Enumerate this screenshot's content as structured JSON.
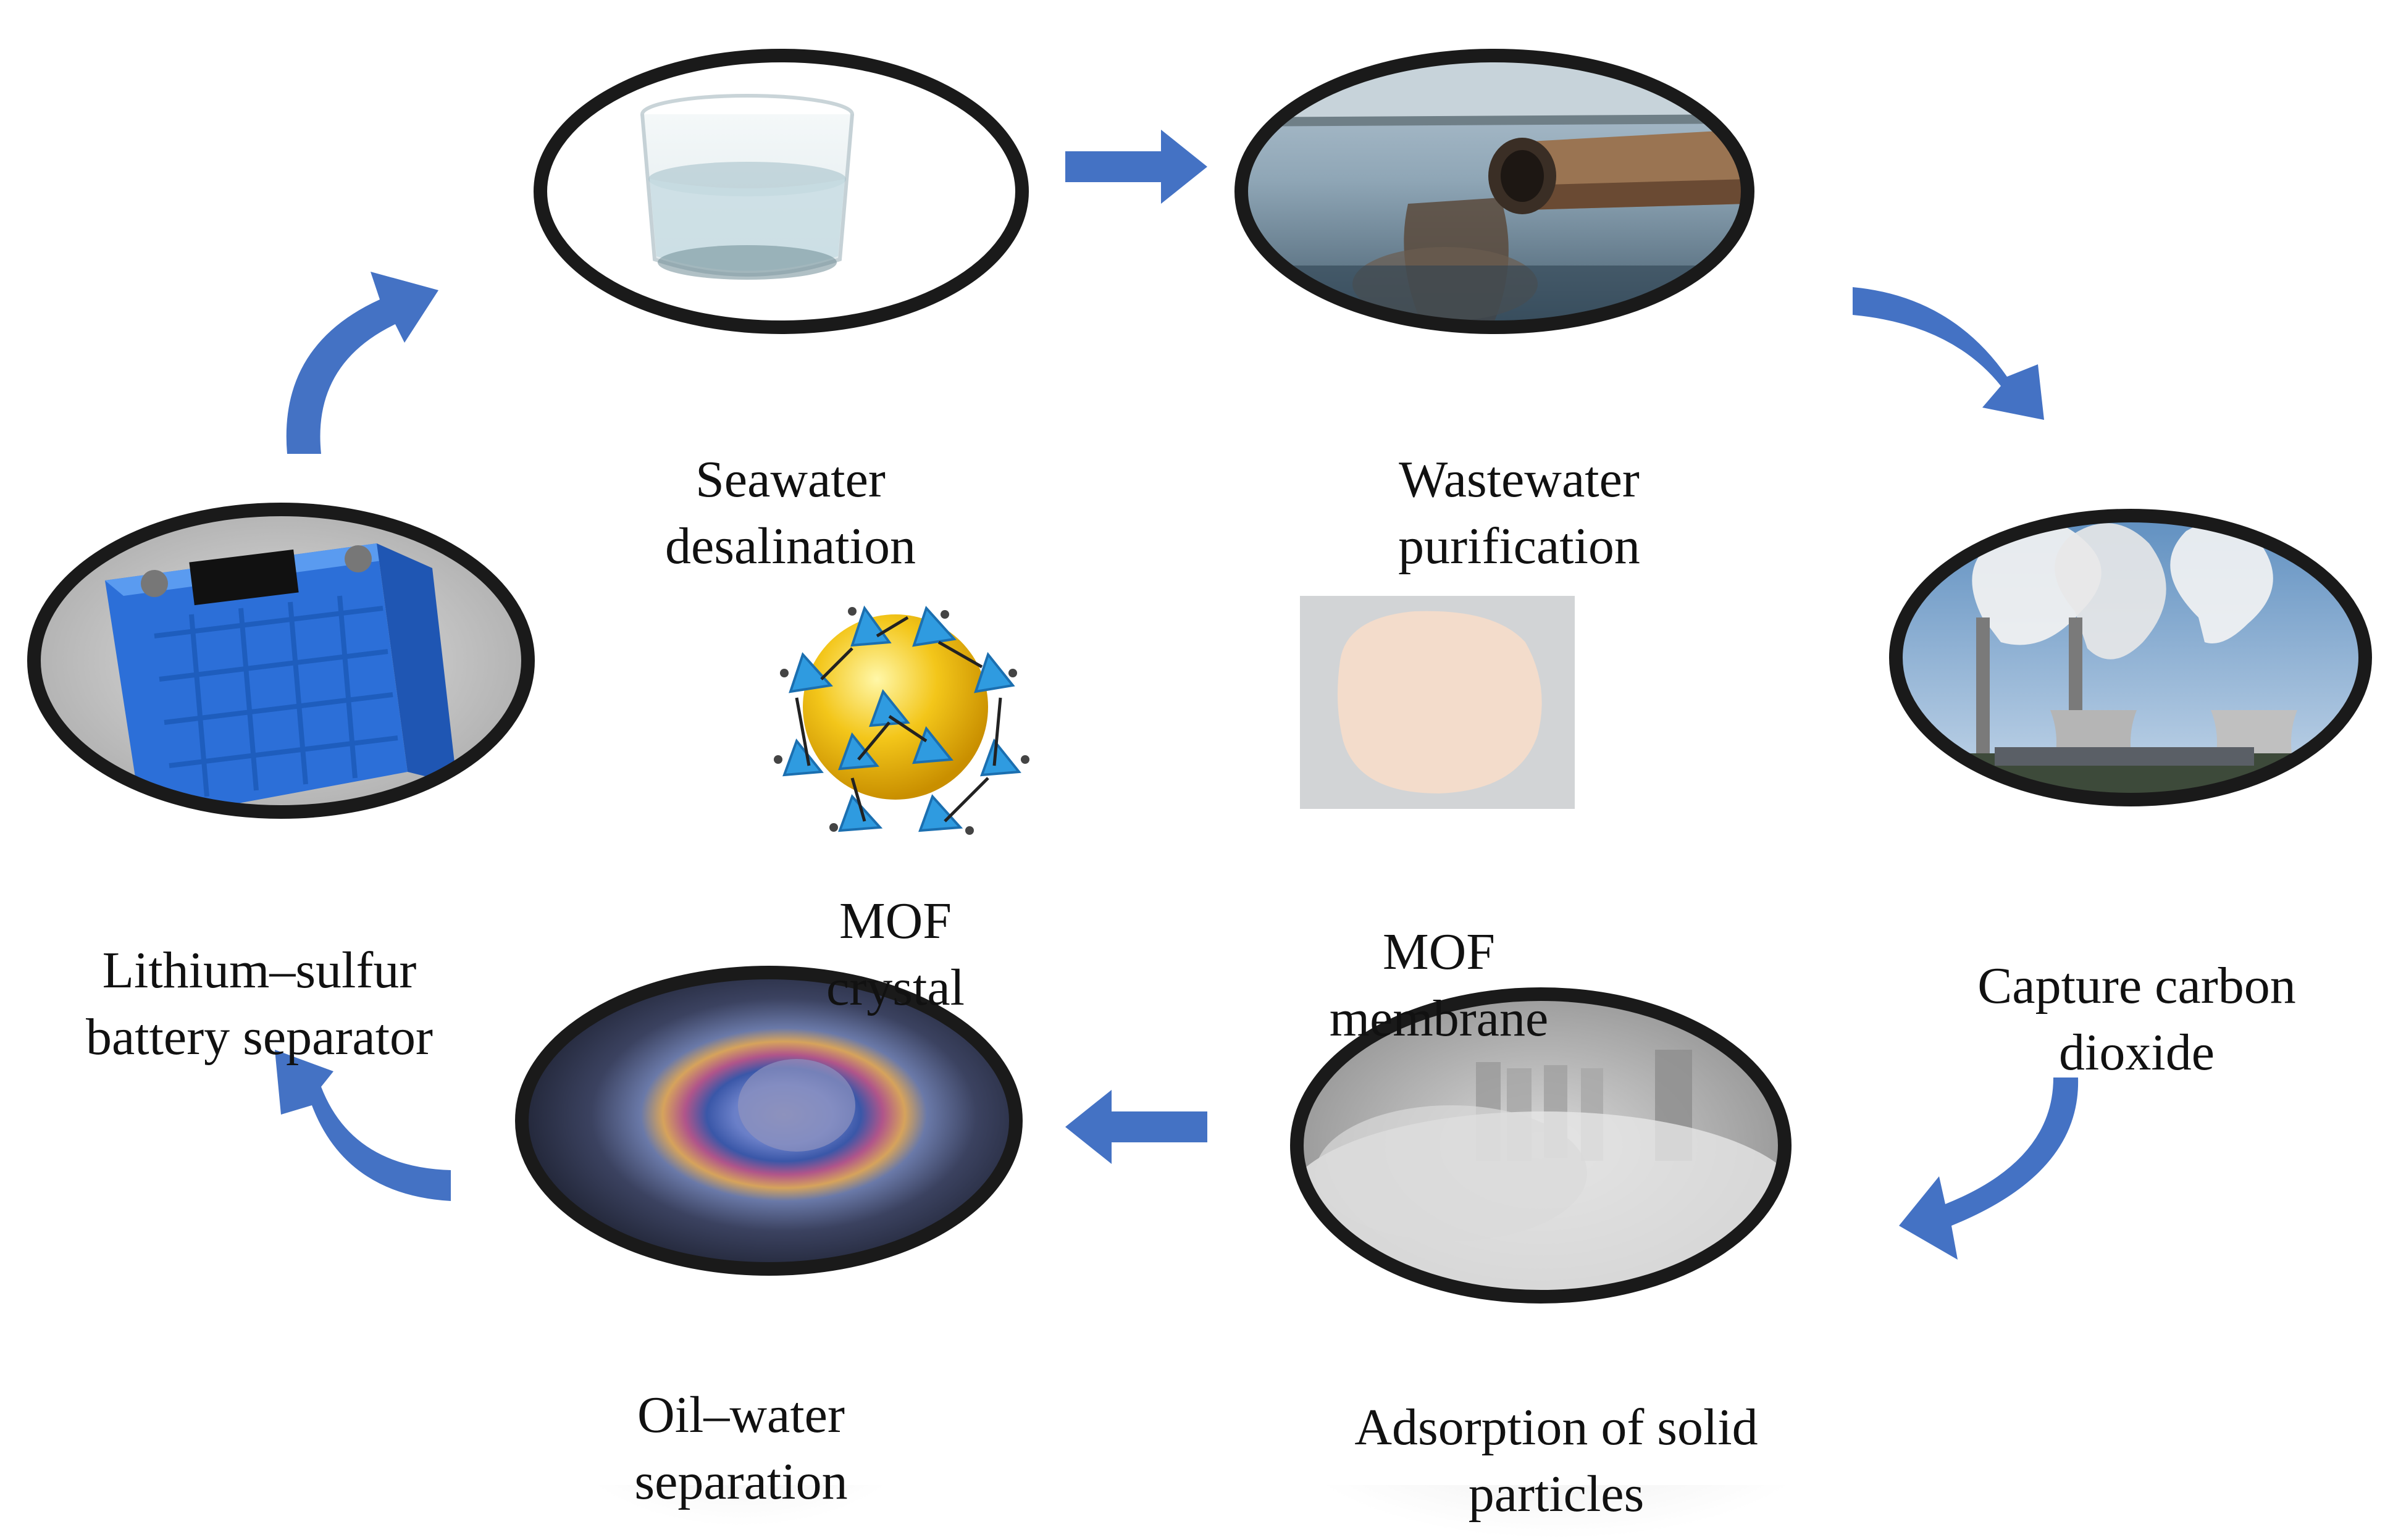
{
  "nodes": {
    "seawater": {
      "label": "Seawater\ndesalination",
      "icon": "water-glass-icon"
    },
    "wastewater": {
      "label": "Wastewater\npurification",
      "icon": "discharge-pipe-icon"
    },
    "co2": {
      "label": "Capture carbon\ndioxide",
      "icon": "power-plant-icon"
    },
    "particles": {
      "label": "Adsorption of solid\nparticles",
      "icon": "smog-city-icon"
    },
    "oilwater": {
      "label": "Oil–water\nseparation",
      "icon": "oil-slick-icon"
    },
    "battery": {
      "label": "Lithium–sulfur\nbattery separator",
      "icon": "battery-icon"
    }
  },
  "center": {
    "crystal": {
      "label": "MOF\ncrystal",
      "icon": "mof-crystal-icon"
    },
    "membrane": {
      "label": "MOF\nmembrane",
      "icon": "mof-membrane-icon"
    }
  },
  "colors": {
    "arrow": "#4472c4",
    "ring": "#1a1a1a",
    "membrane": "#f3dccb"
  }
}
